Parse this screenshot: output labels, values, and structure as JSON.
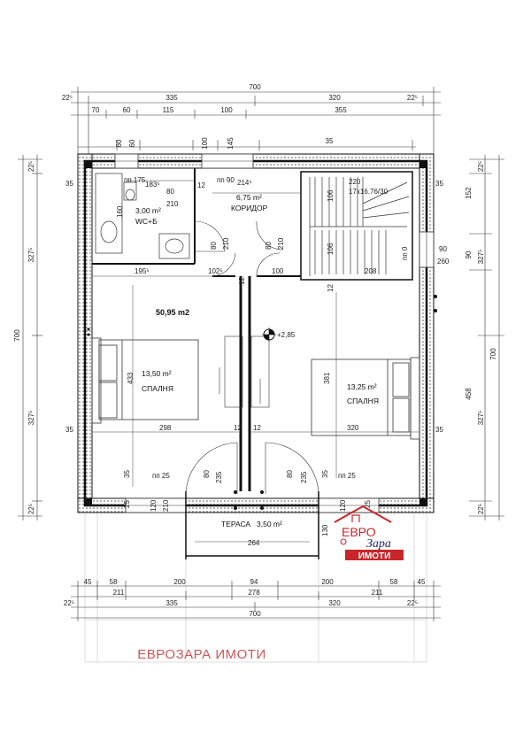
{
  "title": {
    "top_total": "700",
    "top_row1": [
      "22⁵",
      "335",
      "320",
      "22⁵"
    ],
    "top_row2": [
      "70",
      "60",
      "115",
      "100",
      "355"
    ],
    "top_row3": [
      "60",
      "60",
      "100",
      "145",
      "35"
    ]
  },
  "left": {
    "total": "700",
    "segments": [
      "22⁵",
      "327⁵",
      "327⁵",
      "22⁵"
    ]
  },
  "right": {
    "total": "700",
    "segments": [
      "22⁵",
      "327⁵",
      "327⁵",
      "22⁵"
    ],
    "inner": [
      "152",
      "90",
      "458"
    ]
  },
  "rooms": {
    "wc": {
      "area": "3,00 m²",
      "name": "WC+Б"
    },
    "corridor": {
      "area": "6,75 m²",
      "name": "КОРИДОР"
    },
    "total_area": "50,95 m2",
    "bedroom1": {
      "area": "13,50 m²",
      "name": "СПАЛНЯ"
    },
    "bedroom2": {
      "area": "13,25 m²",
      "name": "СПАЛНЯ"
    },
    "terrace": {
      "area": "3,50 m²",
      "name": "ТЕРАСА"
    },
    "level": "+2,85",
    "stairs": "17x16.76/30"
  },
  "inner_dims": {
    "pp175": "пп 175",
    "pp90": "пп 90",
    "d214": "214⁵",
    "d220": "220",
    "d183": "183⁵",
    "d80a": "80",
    "d12a": "12",
    "d210a": "210",
    "d160": "160",
    "d106a": "106",
    "d106b": "106",
    "d80b": "80",
    "d210b": "210",
    "d80c": "80",
    "d210c": "210",
    "d90": "90",
    "pp0": "пп 0",
    "d260": "260",
    "d195": "195⁵",
    "d102": "102⁵",
    "d100": "100",
    "d208": "208",
    "d12b": "12",
    "d12c": "12",
    "d433": "433",
    "d381": "381",
    "d298": "298",
    "d12d": "12",
    "d12e": "12",
    "d320": "320",
    "pp25a": "пп 25",
    "pp25b": "пп 25",
    "d35a": "35",
    "d35b": "35",
    "d80d": "80",
    "d235a": "235",
    "d80e": "80",
    "d235b": "235",
    "d25a": "25",
    "d120a": "120",
    "d210d": "210",
    "d120b": "120",
    "d25b": "25",
    "d264": "264",
    "d130": "130",
    "d35c": "35",
    "d35d": "35",
    "d35e": "35",
    "d35f": "35"
  },
  "bottom": {
    "row1": [
      "45",
      "58",
      "200",
      "94",
      "200",
      "58",
      "45"
    ],
    "row2": [
      "211",
      "278",
      "211"
    ],
    "row3": [
      "22⁵",
      "335",
      "320",
      "22⁵"
    ],
    "total": "700"
  },
  "watermark": "ЕВРОЗАРА ИМОТИ",
  "logo": {
    "line1": "ЕВРО",
    "line2": "Зара",
    "line3": "ИМОТИ"
  },
  "colors": {
    "wall": "#111111",
    "brand_red": "#c8262b",
    "brand_blue": "#222a6b",
    "watermark": "#c9585a"
  }
}
